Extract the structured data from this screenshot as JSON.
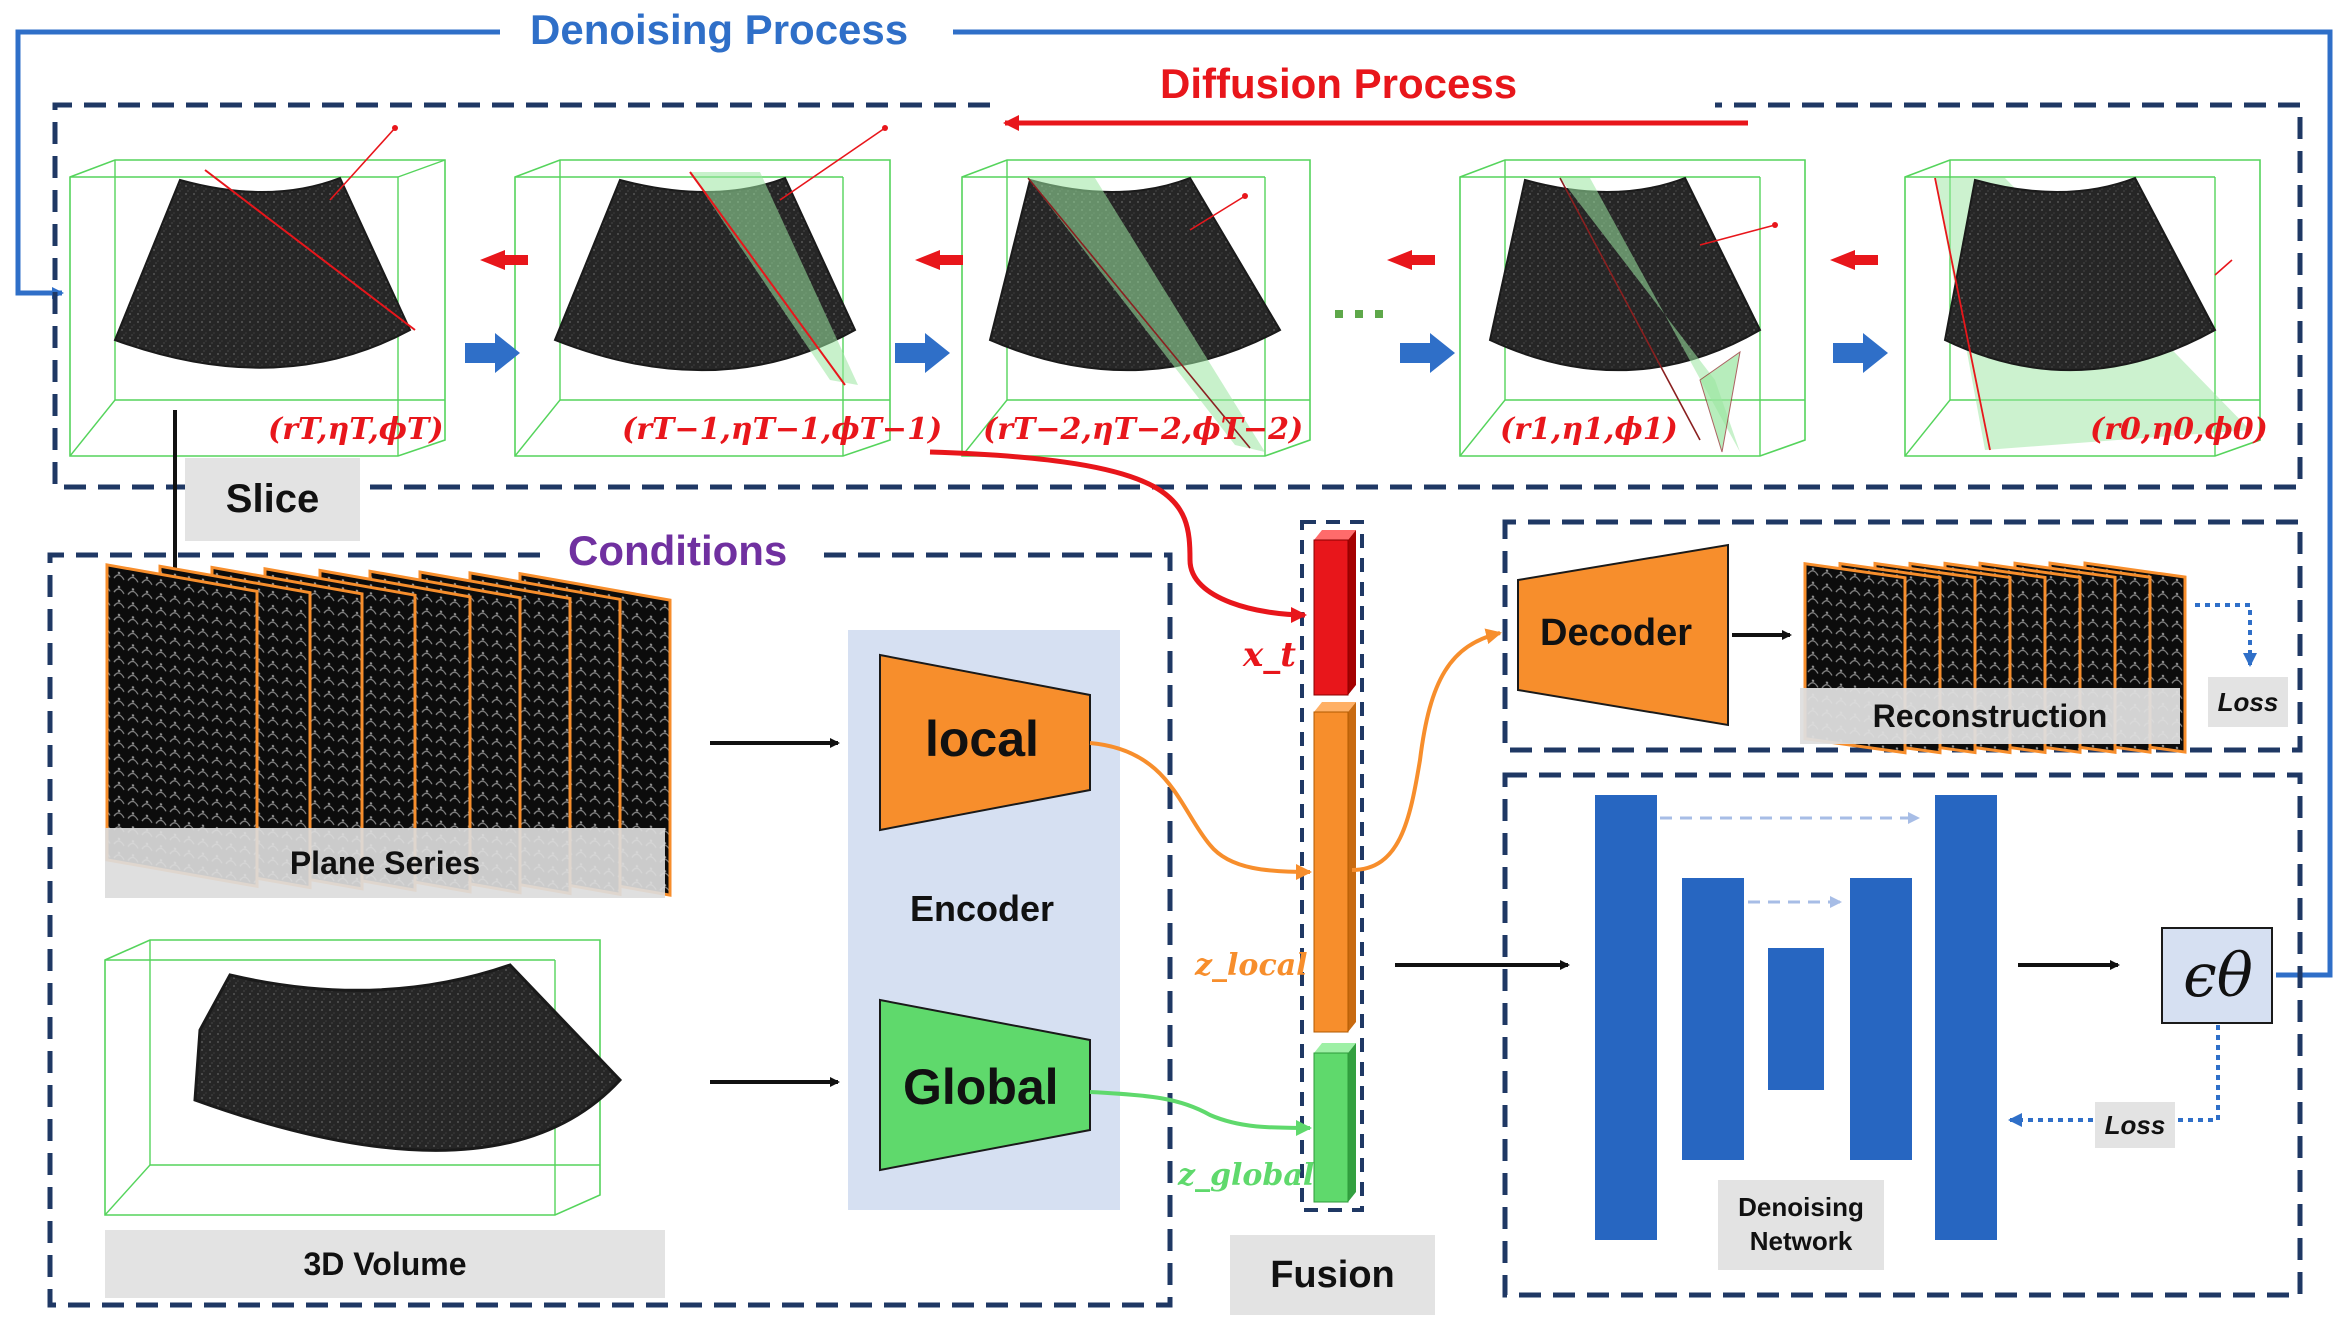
{
  "colors": {
    "red": "#e8161b",
    "blue": "#2f6fc8",
    "dark_blue": "#1f3864",
    "orange": "#f78e2c",
    "green": "#5fd96c",
    "purple": "#7030a0",
    "encoder_bg": "#d6e0f2",
    "unet_blue": "#2766c1"
  },
  "header": {
    "denoising_process": "Denoising Process",
    "diffusion_process": "Diffusion Process"
  },
  "slice_label": "Slice",
  "steps": [
    {
      "label": "(r_T, η_T, ϕ_T)",
      "display": "(rT,ηT,ϕT)"
    },
    {
      "label": "(r_{T−1}, η_{T−1}, ϕ_{T−1})",
      "display": "(rT−1,ηT−1,ϕT−1)"
    },
    {
      "label": "(r_{T−2}, η_{T−2}, ϕ_{T−2})",
      "display": "(rT−2,ηT−2,ϕT−2)"
    },
    {
      "label": "(r_1, η_1, ϕ_1)",
      "display": "(r1,η1,ϕ1)"
    },
    {
      "label": "(r_0, η_0, ϕ_0)",
      "display": "(r0,η0,ϕ0)"
    }
  ],
  "ellipsis": "...",
  "conditions": {
    "title": "Conditions",
    "plane_series": "Plane Series",
    "volume": "3D Volume"
  },
  "encoder": {
    "title": "Encoder",
    "local": "local",
    "global": "Global"
  },
  "fusion": {
    "title": "Fusion",
    "x_t": "x_t",
    "z_local": "z_local",
    "z_global": "z_global"
  },
  "decoder": {
    "title": "Decoder",
    "reconstruction": "Reconstruction",
    "loss": "Loss"
  },
  "denoising_network": {
    "line1": "Denoising",
    "line2": "Network",
    "epsilon": "ϵθ",
    "loss": "Loss"
  }
}
